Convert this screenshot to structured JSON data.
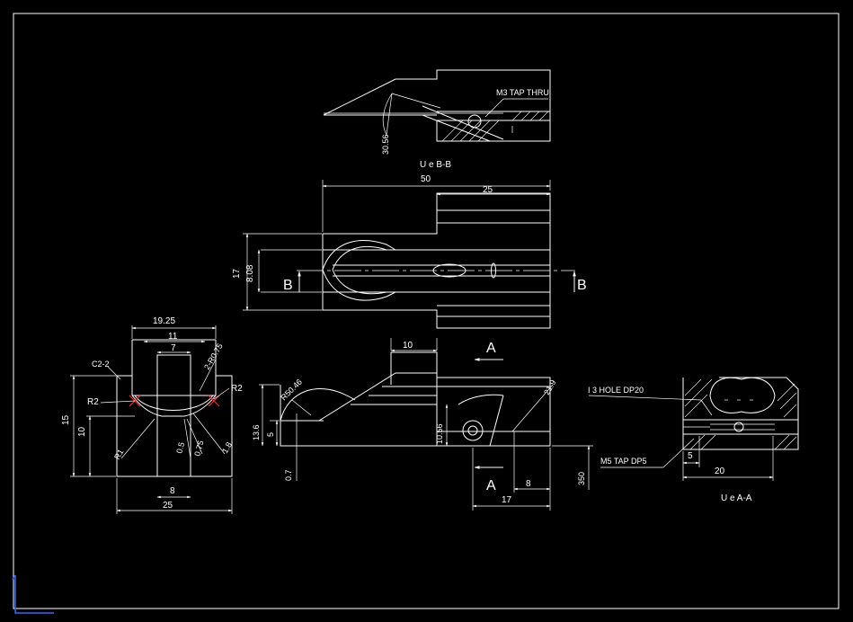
{
  "colors": {
    "background": "#000000",
    "linework": "#ffffff",
    "cross_marks": "#ff2a2a",
    "ucs_icon": "#2f6bff"
  },
  "views": {
    "bb": {
      "title": "U e B-B",
      "tap_note": "M3 TAP THRU",
      "angle_dim": "30.56"
    },
    "top": {
      "dim_overall": "50",
      "dim_right": "25",
      "dim_height": "17",
      "dim_inner": "8.08",
      "section_label": "B"
    },
    "left": {
      "dim_top": "19.25",
      "dim_mid": "11",
      "dim_inner": "7",
      "chamfer": "C2-2",
      "note_2r": "2-R0.75",
      "r_left": "R2",
      "r_right": "R2",
      "dim_h15": "15",
      "dim_h10": "10",
      "r1": "R1",
      "d1": "0.5",
      "d2": "0.75",
      "d3": "1.8",
      "dim_b8": "8",
      "dim_b25": "25"
    },
    "front": {
      "dim_top10": "10",
      "r_arc": "R50.46",
      "dim_136": "13.6",
      "dim_5": "5",
      "dim_07": "0.7",
      "dim_1056": "10.56",
      "dim_219": "21.9",
      "section_label": "A",
      "dim_17": "17",
      "dim_8": "8",
      "dim_350": "350"
    },
    "aa": {
      "title": "U e A-A",
      "hole_note": "I 3 HOLE DP20",
      "tap_note": "M5 TAP DP5",
      "dim_5": "5",
      "dim_20": "20"
    }
  }
}
